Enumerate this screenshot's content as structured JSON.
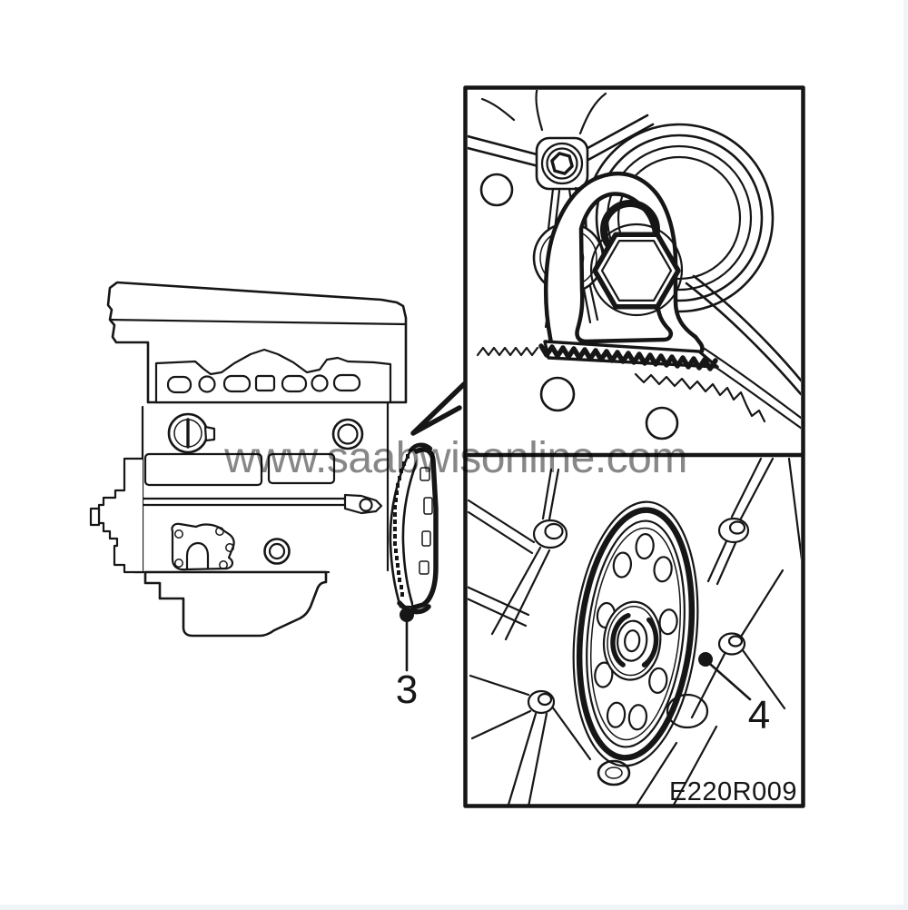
{
  "figure": {
    "watermark": "www.saabwisonline.com",
    "code": "E220R009",
    "labels": {
      "item3": "3",
      "item4": "4"
    }
  },
  "colors": {
    "line": "#161616",
    "watermark": "#878787",
    "paper": "#ffffff",
    "edge-tint": "#edf3f5"
  }
}
